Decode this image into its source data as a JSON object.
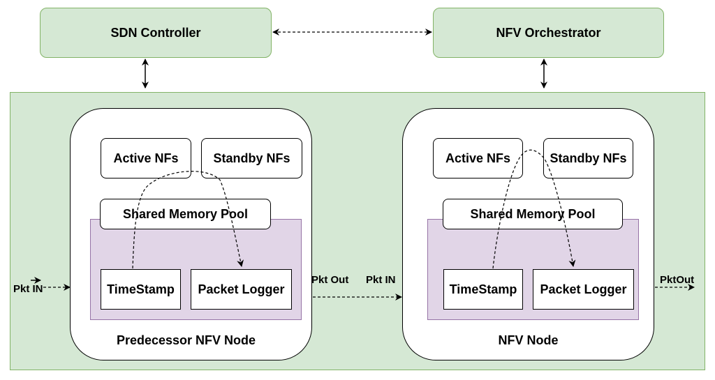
{
  "controllers": {
    "sdn_label": "SDN Controller",
    "nfv_orchestrator_label": "NFV Orchestrator"
  },
  "predecessor_node": {
    "title": "Predecessor NFV Node",
    "active_nfs": "Active NFs",
    "standby_nfs": "Standby NFs",
    "memory_pool": "Shared Memory Pool",
    "timestamp": "TimeStamp",
    "packet_logger": "Packet Logger"
  },
  "nfv_node": {
    "title": "NFV Node",
    "active_nfs": "Active NFs",
    "standby_nfs": "Standby NFs",
    "memory_pool": "Shared Memory Pool",
    "timestamp": "TimeStamp",
    "packet_logger": "Packet Logger"
  },
  "flow_labels": {
    "pkt_in_left": "Pkt IN",
    "pkt_out_middle": "Pkt Out",
    "pkt_in_middle": "Pkt IN",
    "pkt_out_right": "PktOut"
  },
  "colors": {
    "green_fill": "#d5e8d4",
    "green_stroke": "#82b366",
    "purple_fill": "#e1d5e7",
    "purple_stroke": "#9673a6"
  }
}
